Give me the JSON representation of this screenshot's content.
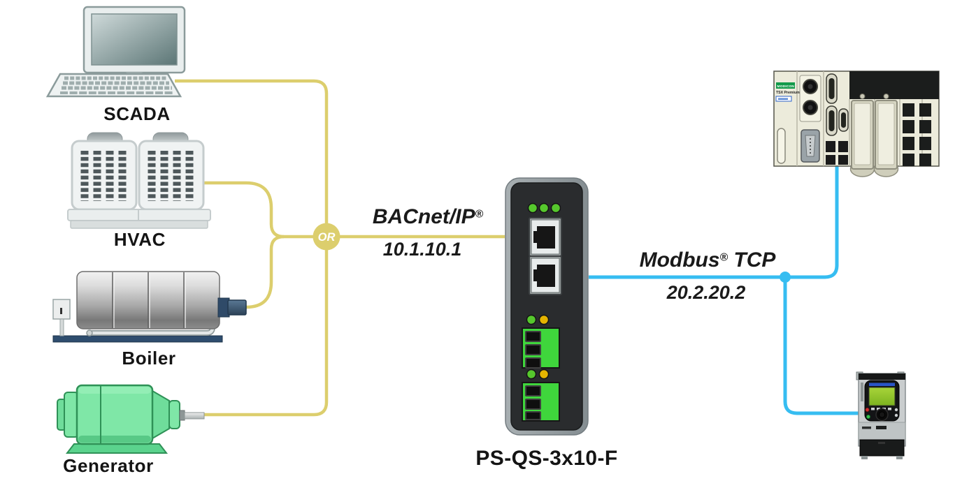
{
  "junction": {
    "label": "OR"
  },
  "connections": {
    "bacnet": {
      "protocol_name": "BACnet/IP",
      "reg_mark": "®",
      "address": "10.1.10.1",
      "color": "#DCCE6D"
    },
    "modbus": {
      "protocol_name": "Modbus",
      "reg_mark": "®",
      "protocol_suffix": " TCP",
      "address": "20.2.20.2",
      "color": "#36BDF1"
    }
  },
  "devices": {
    "scada": {
      "label": "SCADA"
    },
    "hvac": {
      "label": "HVAC"
    },
    "boiler": {
      "label": "Boiler"
    },
    "generator": {
      "label": "Generator"
    },
    "gateway": {
      "label": "PS-QS-3x10-F",
      "leds": {
        "green": "#56C82D",
        "amber": "#E5B400"
      },
      "terminal_color": "#3FD63C"
    },
    "plc": {
      "brand": "MODICON",
      "model": "TSX Premium"
    },
    "drive": {}
  },
  "icons": {
    "scada": "desktop-computer",
    "hvac": "air-conditioner-units",
    "boiler": "industrial-boiler",
    "generator": "electric-generator",
    "gateway": "protocol-gateway-device",
    "plc": "plc-rack",
    "drive": "vfd-drive"
  }
}
